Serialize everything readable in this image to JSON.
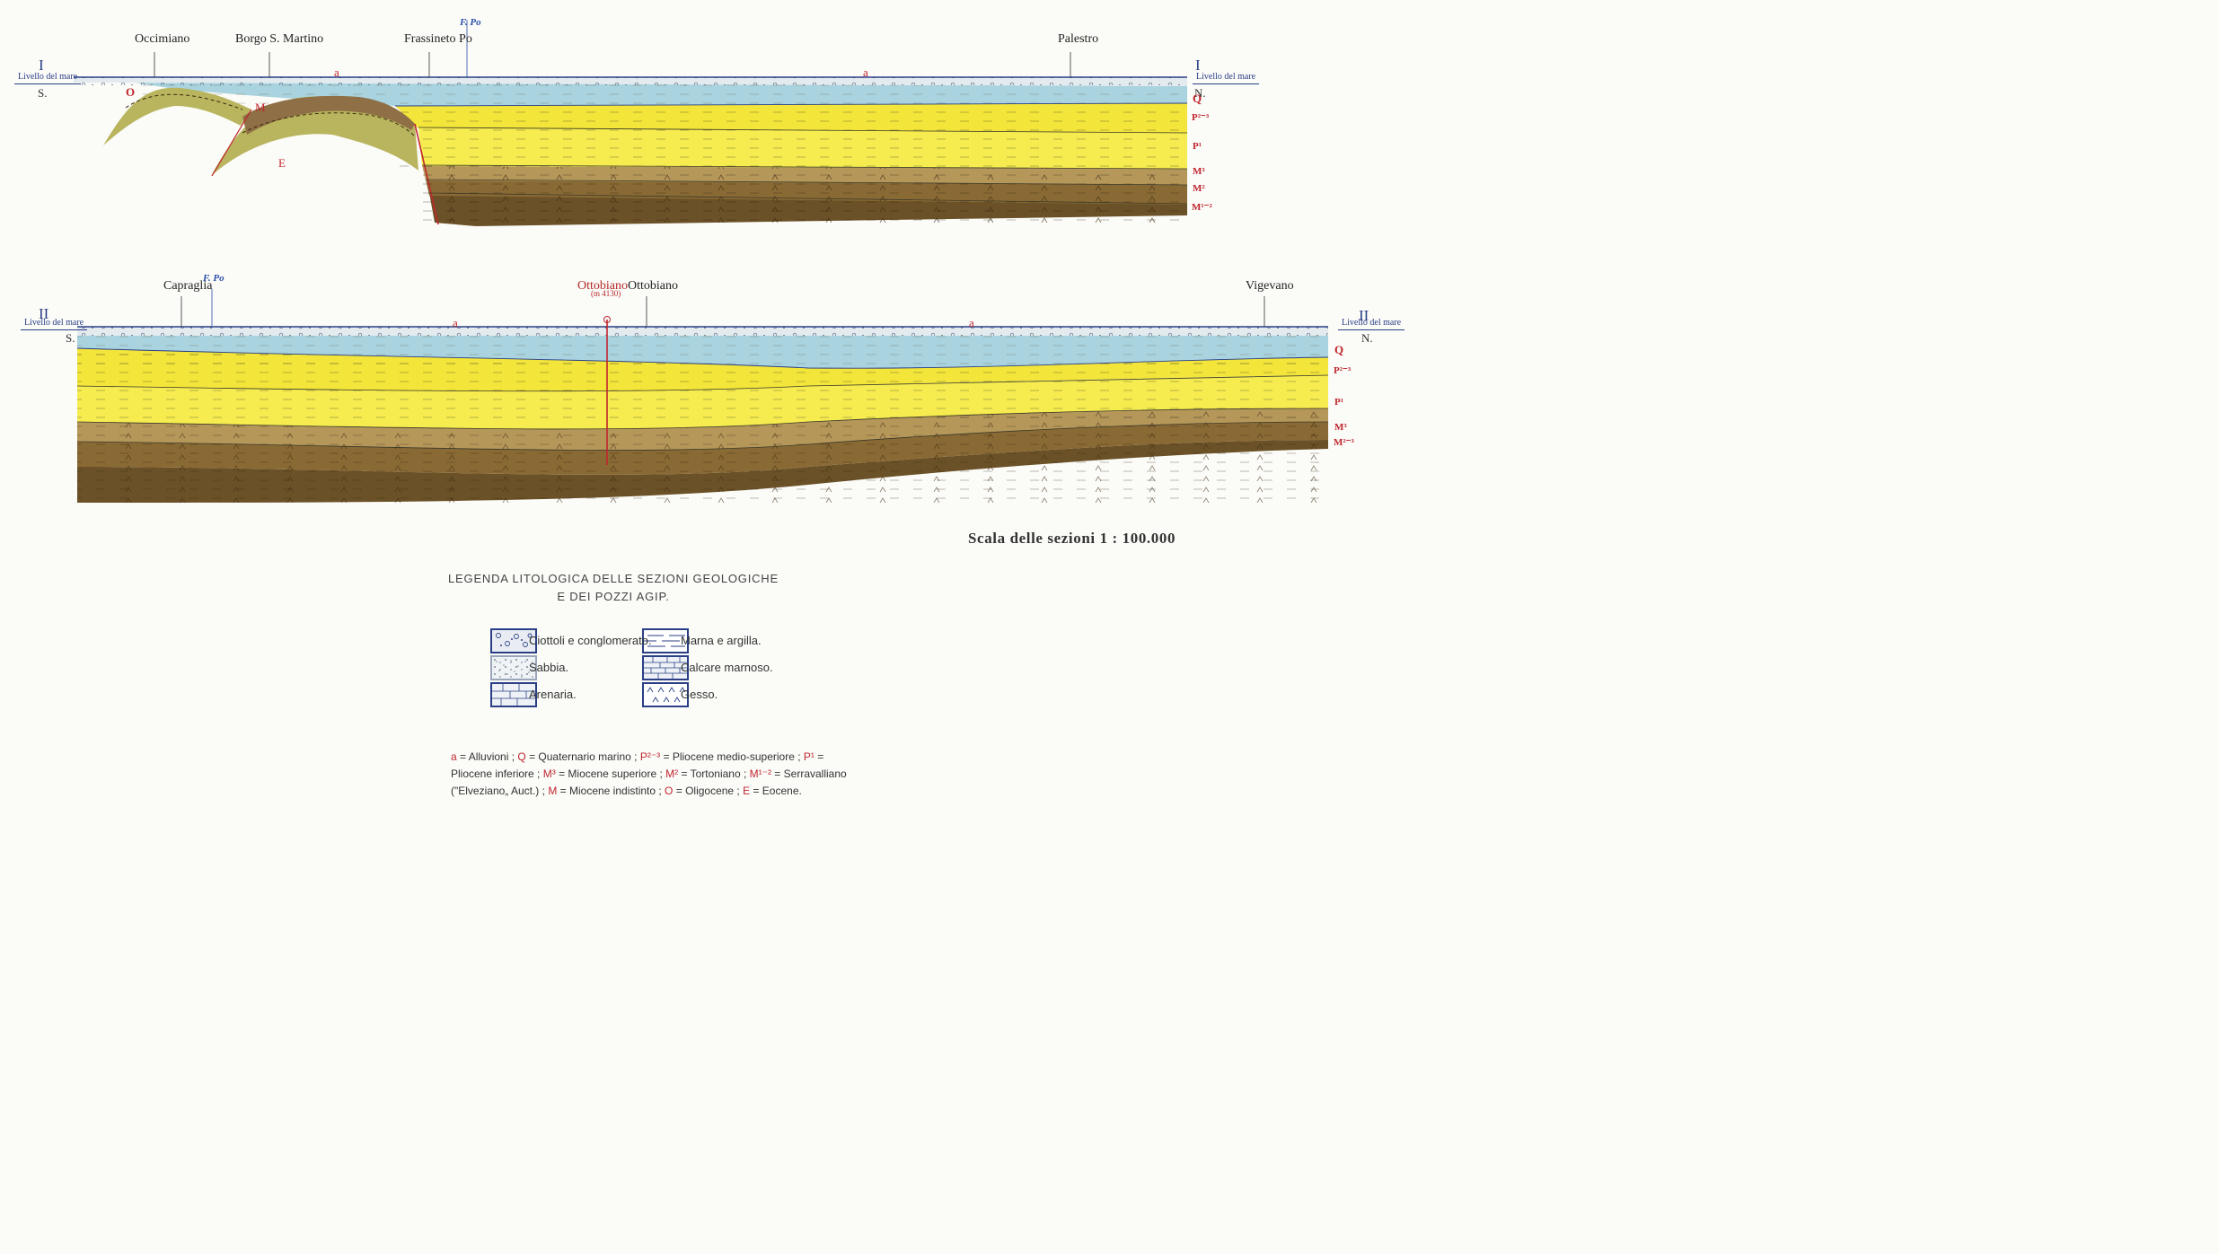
{
  "section_1": {
    "roman": "I",
    "sea_level_left": "Livello del mare",
    "sea_level_right": "Livello del mare",
    "south": "S.",
    "north": "N.",
    "places": [
      "Occimiano",
      "Borgo  S.  Martino",
      "Frassineto  Po",
      "Palestro"
    ],
    "river": "F. Po",
    "alluvium_marks": [
      "a",
      "a"
    ],
    "inner_units": [
      "O",
      "M",
      "E"
    ],
    "right_units": [
      "Q",
      "P²⁻³",
      "P¹",
      "M³",
      "M²",
      "M¹⁻²"
    ]
  },
  "section_2": {
    "roman": "II",
    "sea_level_left": "Livello del mare",
    "sea_level_right": "Livello del mare",
    "south": "S.",
    "north": "N.",
    "places": [
      "Capraglia",
      "Ottobiano",
      "Vigevano"
    ],
    "river": "F. Po",
    "well_name": "Ottobiano",
    "well_depth": "(m 4130)",
    "alluvium_marks": [
      "a",
      "a"
    ],
    "right_units": [
      "Q",
      "P²⁻³",
      "P¹",
      "M³",
      "M²⁻³"
    ]
  },
  "scale": "Scala  delle  sezioni  1 : 100.000",
  "legend": {
    "title_line1": "LEGENDA LITOLOGICA DELLE SEZIONI GEOLOGICHE",
    "title_line2": "E DEI POZZI AGIP.",
    "items": [
      {
        "label": "Ciottoli e conglomerato.",
        "icon": "conglomerate-icon"
      },
      {
        "label": "Sabbia.",
        "icon": "sand-icon"
      },
      {
        "label": "Arenaria.",
        "icon": "sandstone-icon"
      },
      {
        "label": "Marna e argilla.",
        "icon": "marl-clay-icon"
      },
      {
        "label": "Calcare marnoso.",
        "icon": "marly-limestone-icon"
      },
      {
        "label": "Gesso.",
        "icon": "gypsum-icon"
      }
    ]
  },
  "abbreviations": {
    "line1": [
      {
        "ab": "a",
        "txt": " = Alluvioni ;  "
      },
      {
        "ab": "Q",
        "txt": " = Quaternario marino ;  "
      },
      {
        "ab": "P²⁻³",
        "txt": " = Pliocene medio-superiore ;  "
      },
      {
        "ab": "P¹",
        "txt": " ="
      }
    ],
    "line2": [
      {
        "ab": "",
        "txt": "Pliocene inferiore ;  "
      },
      {
        "ab": "M³",
        "txt": " = Miocene superiore ;  "
      },
      {
        "ab": "M²",
        "txt": " = Tortoniano ;  "
      },
      {
        "ab": "M¹⁻²",
        "txt": " = Serravalliano"
      }
    ],
    "line3": [
      {
        "ab": "",
        "txt": "(\"Elveziano„ Auct.) ;  "
      },
      {
        "ab": "M",
        "txt": " = Miocene indistinto ;  "
      },
      {
        "ab": "O",
        "txt": " = Oligocene ;  "
      },
      {
        "ab": "E",
        "txt": " = Eocene."
      }
    ]
  },
  "colors": {
    "alluvium": "#dde6ec",
    "quaternary": "#a9d3df",
    "pliocene_upper": "#f3e53a",
    "pliocene_lower": "#f6ec4f",
    "miocene_upper": "#b6975a",
    "tortonian": "#8a6a34",
    "serravallian": "#6b5127",
    "older": "#b9b55e",
    "miocene_indistinct": "#8f6f45",
    "outline": "#2a3f86",
    "fault": "#c0262e"
  }
}
